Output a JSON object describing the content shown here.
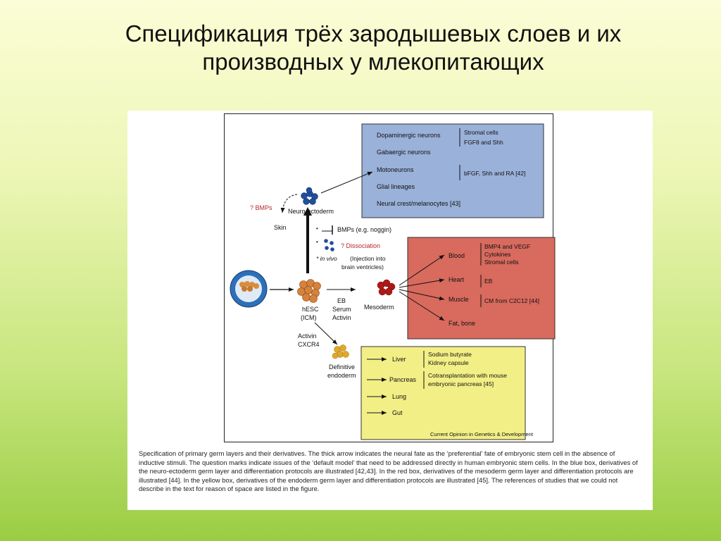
{
  "slide": {
    "title_line1": "Спецификация трёх зародышевых слоев и их",
    "title_line2": "производных у млекопитающих"
  },
  "diagram": {
    "blue_box": {
      "color": "#9ab1d9",
      "cells": [
        "Dopaminergic neurons",
        "Gabaergic neurons",
        "Motoneurons",
        "Glial lineages",
        "Neural crest/melanocytes [43]"
      ],
      "protocols": [
        {
          "line1": "Stromal cells",
          "line2": "FGF8 and Shh"
        },
        {
          "line1": "bFGF, Shh and RA [42]"
        }
      ]
    },
    "red_box": {
      "color": "#d86a5e",
      "rows": [
        {
          "cell": "Blood",
          "protocol": [
            "BMP4 and VEGF",
            "Cytokines",
            "Stromal cells"
          ]
        },
        {
          "cell": "Heart",
          "protocol": [
            "EB"
          ]
        },
        {
          "cell": "Muscle",
          "protocol": [
            "CM from C2C12 [44]"
          ]
        },
        {
          "cell": "Fat, bone",
          "protocol": []
        }
      ]
    },
    "yellow_box": {
      "color": "#f2ef86",
      "rows": [
        {
          "cell": "Liver",
          "protocol": [
            "Sodium butyrate",
            "Kidney capsule"
          ]
        },
        {
          "cell": "Pancreas",
          "protocol": [
            "Cotransplantation with mouse",
            "embryonic pancreas [45]"
          ]
        },
        {
          "cell": "Lung",
          "protocol": []
        },
        {
          "cell": "Gut",
          "protocol": []
        }
      ]
    },
    "labels": {
      "bmps_q": "? BMPs",
      "neuro_ectoderm": "Neuro-ectoderm",
      "skin": "Skin",
      "bmps_noggin": "BMPs (e.g. noggin)",
      "dissociation": "? Dissociation",
      "in_vivo": "* in vivo",
      "injection1": "(Injection into",
      "injection2": "brain ventricles)",
      "hesc1": "hESC",
      "hesc2": "(ICM)",
      "eb": "EB",
      "serum": "Serum",
      "activin": "Activin",
      "mesoderm": "Mesoderm",
      "activin2": "Activin",
      "cxcr4": "CXCR4",
      "definitive1": "Definitive",
      "definitive2": "endoderm",
      "credit": "Current Opinion in Genetics & Development"
    },
    "caption": "Specification of primary germ layers and their derivatives. The thick arrow indicates the neural fate as the ‘preferential’ fate of embryonic stem cell in the absence of inductive stimuli. The question marks indicate issues of the ‘default model’ that need to be addressed directly in human embryonic stem cells. In the blue box, derivatives of the neuro-ectoderm germ layer and differentiation protocols are illustrated [42,43]. In the red box, derivatives of the mesoderm germ layer and differentiation protocols are illustrated [44]. In the yellow box, derivatives of the endoderm germ layer and differentiation protocols are illustrated [45]. The references of studies that we could not describe in the text for reason of space are listed in the figure."
  }
}
